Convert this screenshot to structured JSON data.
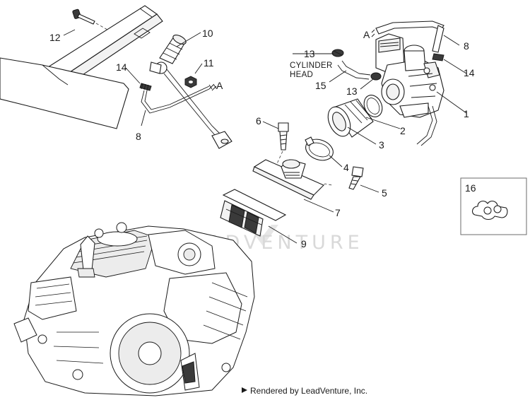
{
  "callouts": {
    "c1": "1",
    "c2": "2",
    "c3": "3",
    "c4": "4",
    "c5": "5",
    "c6": "6",
    "c7": "7",
    "c8a": "8",
    "c8b": "8",
    "c9": "9",
    "c10": "10",
    "c11": "11",
    "c12": "12",
    "c13a": "13",
    "c13b": "13",
    "c14a": "14",
    "c14b": "14",
    "c15": "15",
    "c16": "16"
  },
  "connectors": {
    "a_left": "A",
    "a_right": "A"
  },
  "labels": {
    "cylinder_line1": "CYLINDER",
    "cylinder_line2": "HEAD"
  },
  "watermark": "LEADVENTURE",
  "footer": "Rendered by LeadVenture, Inc."
}
